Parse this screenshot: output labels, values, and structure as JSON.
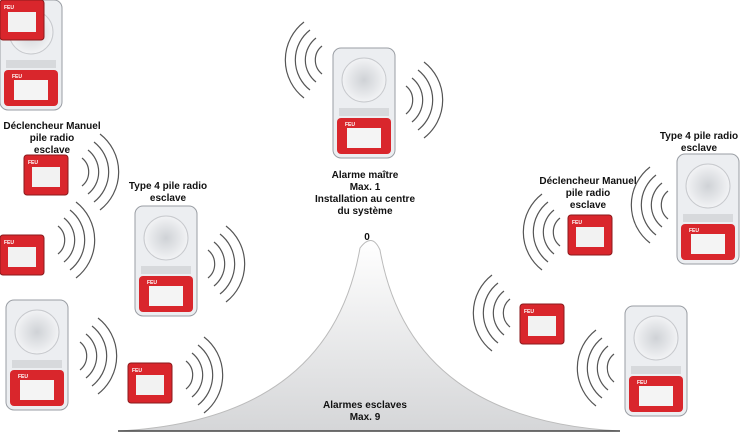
{
  "labels": {
    "left_manual": [
      "Déclencheur Manuel",
      "pile radio",
      "esclave"
    ],
    "left_type4": [
      "Type 4 pile radio",
      "esclave"
    ],
    "center_master": [
      "Alarme maître",
      "Max. 1",
      "Installation au centre",
      "du système"
    ],
    "zero": "0",
    "slaves": [
      "Alarmes esclaves",
      "Max. 9"
    ],
    "right_manual": [
      "Déclencheur Manuel",
      "pile radio",
      "esclave"
    ],
    "right_type4": [
      "Type 4 pile radio",
      "esclave"
    ]
  },
  "device_text": "FEU",
  "colors": {
    "red": "#d9262c",
    "siren": "#e9ebee",
    "outline": "#9a9ea4",
    "waves": "#555555"
  }
}
